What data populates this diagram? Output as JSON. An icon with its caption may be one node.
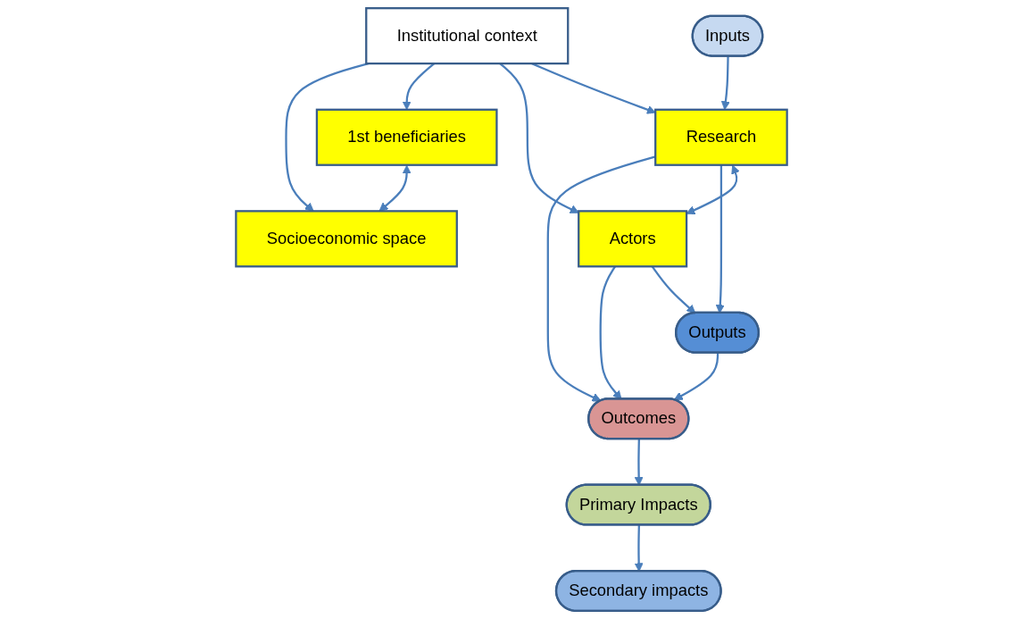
{
  "diagram": {
    "nodes": [
      {
        "text": [
          "Institutional context"
        ]
      },
      {
        "text": [
          "Inputs"
        ]
      },
      {
        "text": [
          "Research"
        ]
      },
      {
        "text": [
          "Actors"
        ]
      },
      {
        "text": [
          "Outputs"
        ]
      },
      {
        "text": [
          "1st beneficiaries"
        ]
      },
      {
        "text": [
          "Outcomes"
        ]
      },
      {
        "text": [
          "Socioeconomic space"
        ]
      },
      {
        "text": [
          "Primary Impacts"
        ]
      },
      {
        "text": [
          "Secondary impacts"
        ]
      }
    ],
    "edges": [
      {
        "from": 0,
        "to": 2,
        "arrow": "to"
      },
      {
        "from": 0,
        "to": 3,
        "arrow": "to"
      },
      {
        "from": 0,
        "to": 5,
        "arrow": "to"
      },
      {
        "from": 0,
        "to": 7,
        "arrow": "to"
      },
      {
        "from": 1,
        "to": 2,
        "arrow": "to"
      },
      {
        "from": 2,
        "to": 3,
        "arrow": "both"
      },
      {
        "from": 2,
        "to": 4,
        "arrow": "to"
      },
      {
        "from": 2,
        "to": 6,
        "arrow": "to"
      },
      {
        "from": 3,
        "to": 4,
        "arrow": "to"
      },
      {
        "from": 3,
        "to": 6,
        "arrow": "to"
      },
      {
        "from": 4,
        "to": 6,
        "arrow": "to"
      },
      {
        "from": 5,
        "to": 7,
        "arrow": "both"
      },
      {
        "from": 6,
        "to": 8,
        "arrow": "to"
      },
      {
        "from": 8,
        "to": 9,
        "arrow": "to"
      }
    ]
  }
}
